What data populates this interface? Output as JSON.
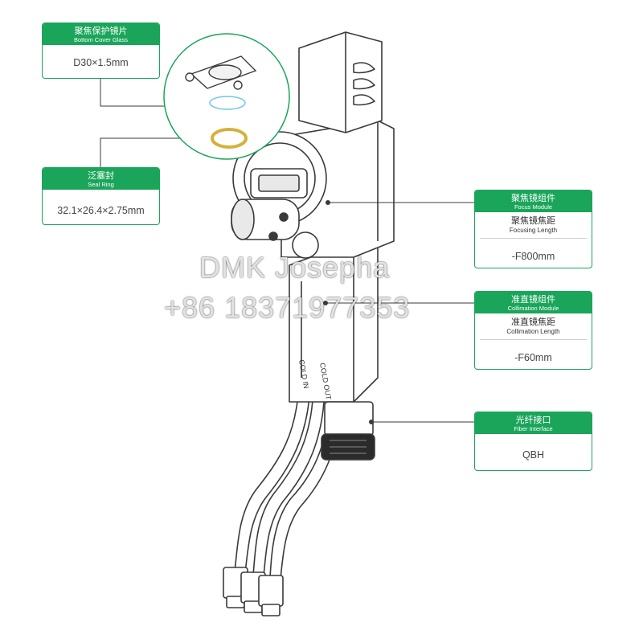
{
  "callouts": {
    "bottom_cover_glass": {
      "cn": "聚焦保护镜片",
      "en": "Bottom Cover Glass",
      "value": "D30×1.5mm"
    },
    "seal_ring": {
      "cn": "泛塞封",
      "en": "Seal Ring",
      "value": "32.1×26.4×2.75mm"
    },
    "focus_module": {
      "cn": "聚焦镜组件",
      "en": "Focus Module",
      "sub_cn": "聚焦镜焦距",
      "sub_en": "Focusing Length",
      "value": "-F800mm"
    },
    "collimation_module": {
      "cn": "准直镜组件",
      "en": "Collimation Module",
      "sub_cn": "准直镜焦距",
      "sub_en": "Collimation Length",
      "value": "-F60mm"
    },
    "fiber_interface": {
      "cn": "光纤接口",
      "en": "Fiber Interface",
      "value": "QBH"
    }
  },
  "body_labels": {
    "cold_in": "COLD IN",
    "cold_out": "COLD OUT"
  },
  "watermark": {
    "line1": "DMK Josepha",
    "line2": "+86 18371977353"
  },
  "colors": {
    "accent": "#1aa55a",
    "line": "#3a3a3a",
    "seal_ring": "#d6b13a",
    "glass": "#6ec6e8"
  }
}
